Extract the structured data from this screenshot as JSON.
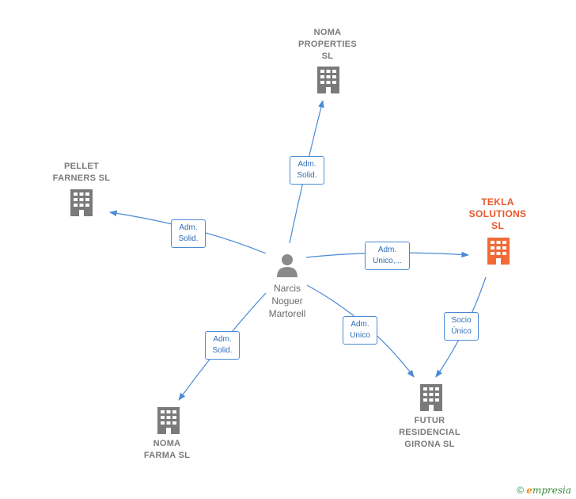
{
  "nodes": {
    "noma_properties": "NOMA\nPROPERTIES\nSL",
    "pellet_farners": "PELLET\nFARNERS  SL",
    "tekla_solutions": "TEKLA\nSOLUTIONS\nSL",
    "noma_farma": "NOMA\nFARMA  SL",
    "futur_residencial": "FUTUR\nRESIDENCIAL\nGIRONA  SL"
  },
  "person": {
    "name": "Narcis\nNoguer\nMartorell"
  },
  "edges": {
    "to_noma_properties": "Adm.\nSolid.",
    "to_pellet_farners": "Adm.\nSolid.",
    "to_tekla_solutions": "Adm.\nUnico,...",
    "to_noma_farma": "Adm.\nSolid.",
    "to_futur_residencial": "Adm.\nUnico",
    "tekla_to_futur": "Socio\nÚnico"
  },
  "colors": {
    "edge": "#4a8ad4",
    "company": "#7a7a7a",
    "highlight": "#f26a35",
    "person": "#8a8a8a"
  },
  "footer": {
    "copyright": "©",
    "brand_initial": "e",
    "brand_rest": "mpresia"
  }
}
